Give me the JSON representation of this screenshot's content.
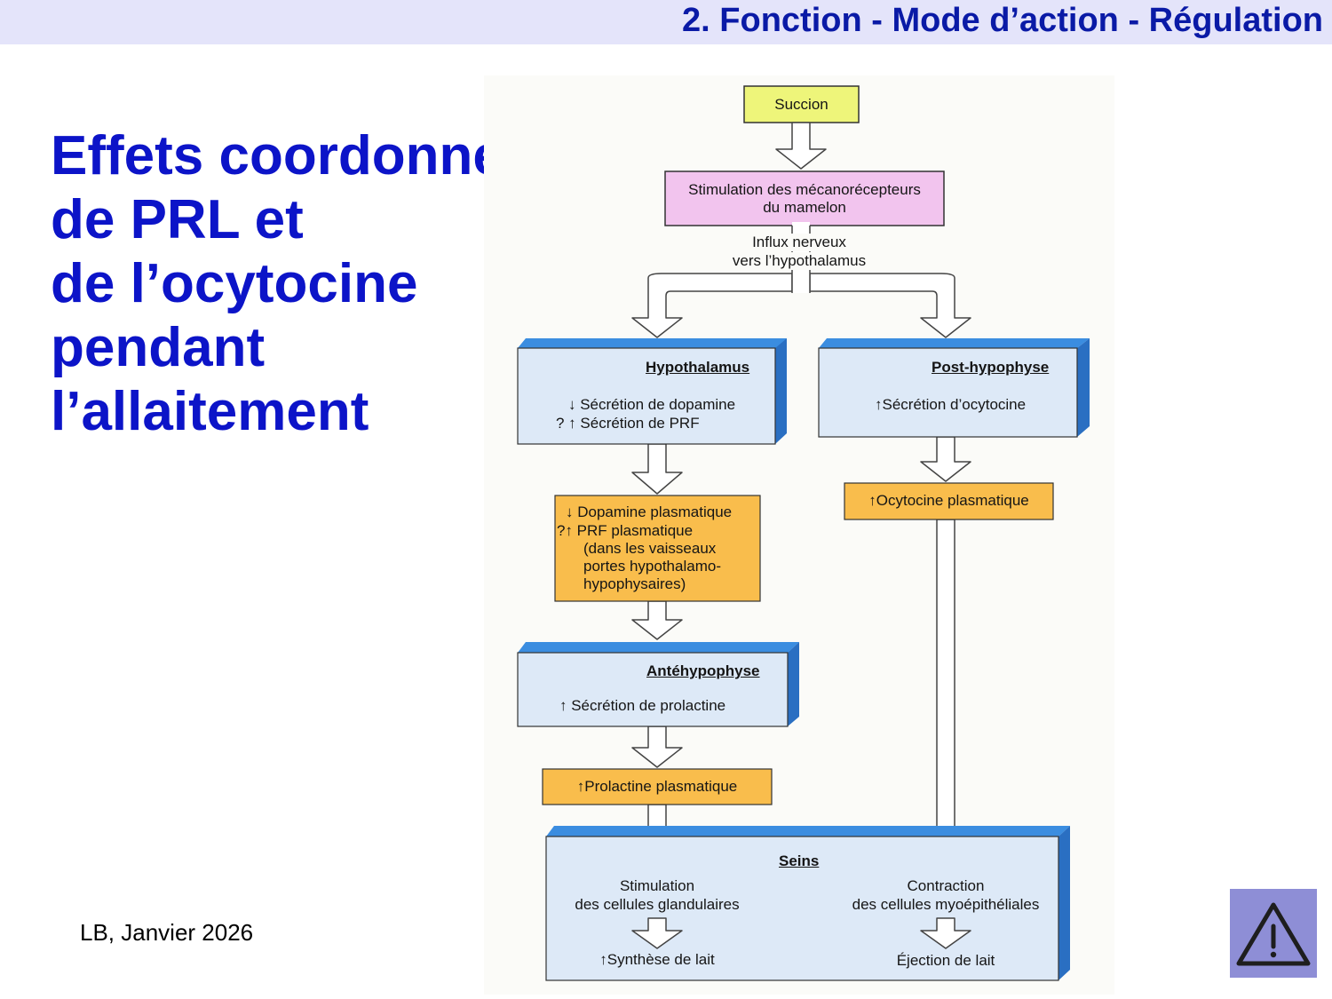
{
  "header": {
    "title": "2. Fonction - Mode d’action - Régulation"
  },
  "slide": {
    "title_lines": [
      "Effets coordonnés",
      "de PRL et",
      "de l’ocytocine",
      "pendant",
      "l’allaitement"
    ],
    "footer": "LB, Janvier 2026"
  },
  "diagram": {
    "succion": "Succion",
    "stimulation_line1": "Stimulation des mécanorécepteurs",
    "stimulation_line2": "du mamelon",
    "influx_line1": "Influx nerveux",
    "influx_line2": "vers l’hypothalamus",
    "hypothalamus": {
      "title": "Hypothalamus",
      "line1": "↓ Sécrétion de dopamine",
      "line2": "? ↑ Sécrétion de PRF"
    },
    "post_hypophyse": {
      "title": "Post-hypophyse",
      "line1": "↑Sécrétion d’ocytocine"
    },
    "dopamine_plasmatique": {
      "line1": "↓ Dopamine plasmatique",
      "line2": "?↑ PRF plasmatique",
      "line3": "(dans les vaisseaux",
      "line4": "portes hypothalamo-",
      "line5": "hypophysaires)"
    },
    "ocytocine_plasmatique": "↑Ocytocine plasmatique",
    "antehypophyse": {
      "title": "Antéhypophyse",
      "line1": "↑ Sécrétion de prolactine"
    },
    "prolactine_plasmatique": "↑Prolactine plasmatique",
    "seins": {
      "title": "Seins",
      "left_line1": "Stimulation",
      "left_line2": "des cellules glandulaires",
      "right_line1": "Contraction",
      "right_line2": "des cellules myoépithéliales",
      "left_result": "↑Synthèse de lait",
      "right_result": "Éjection de lait"
    }
  },
  "colors": {
    "header_bg": "#e4e4fa",
    "title_blue": "#0c14c8",
    "header_blue": "#0a1aa6",
    "succion_yellow": "#eef57a",
    "stimulation_pink": "#f2c4ee",
    "box_light_blue": "#dde9f7",
    "box_top_blue": "#3b8de0",
    "plasma_orange": "#f9bd4c",
    "warning_purple": "#8e8ed6"
  },
  "icons": {
    "warning": "warning-triangle-icon"
  }
}
